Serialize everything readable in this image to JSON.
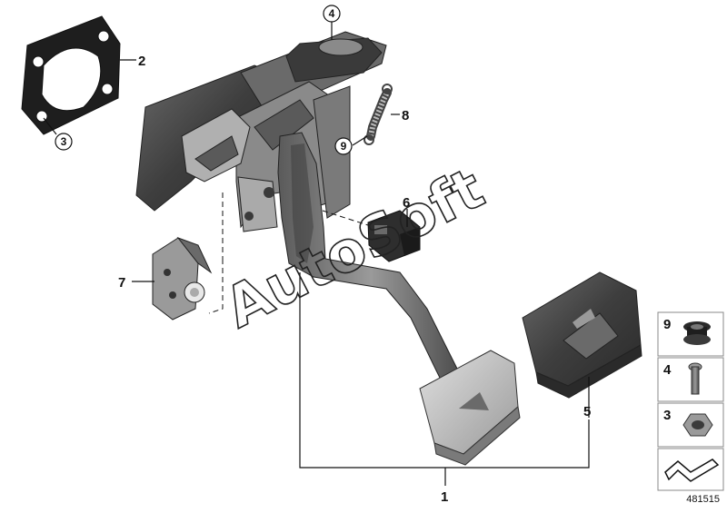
{
  "diagram_id": "481515",
  "watermark": "AutoSoft",
  "callouts": [
    {
      "id": "c1",
      "text": "1"
    },
    {
      "id": "c2",
      "text": "2"
    },
    {
      "id": "c3",
      "text": "3"
    },
    {
      "id": "c4",
      "text": "4"
    },
    {
      "id": "c5",
      "text": "5"
    },
    {
      "id": "c6",
      "text": "6"
    },
    {
      "id": "c7",
      "text": "7"
    },
    {
      "id": "c8",
      "text": "8"
    },
    {
      "id": "c9",
      "text": "9"
    }
  ],
  "legend": [
    {
      "number": "9",
      "part": "grommet-icon"
    },
    {
      "number": "4",
      "part": "bolt-icon"
    },
    {
      "number": "3",
      "part": "nut-icon"
    },
    {
      "number": "",
      "part": "arrow-symbol-icon"
    }
  ],
  "colors": {
    "part_dark": "#4a4a4a",
    "part_mid": "#8a8a8a",
    "part_light": "#c8c8c8",
    "line": "#111111"
  }
}
